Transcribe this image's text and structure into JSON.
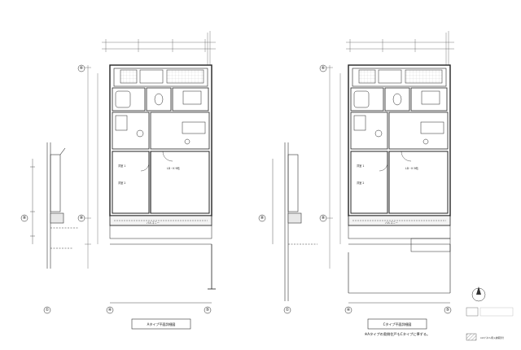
{
  "grid_ids": [
    "①",
    "④",
    "⑤",
    "⑧",
    "⑥"
  ],
  "plans": [
    {
      "caption": "Aタイプ平面詳細図",
      "rooms": [
        "洋室 1",
        "LD・K 9帖",
        "洋室 2",
        "バルコニー"
      ]
    },
    {
      "caption": "Cタイプ平面詳細図",
      "note": "※Aタイプの奥側住戸もCタイプに準ずる。",
      "rooms": [
        "洋室 1",
        "LD・K 9帖",
        "洋室 2",
        "バルコニー"
      ]
    }
  ],
  "legend": {
    "hatch_label": "ALCパネル/耐火被覆部分"
  }
}
